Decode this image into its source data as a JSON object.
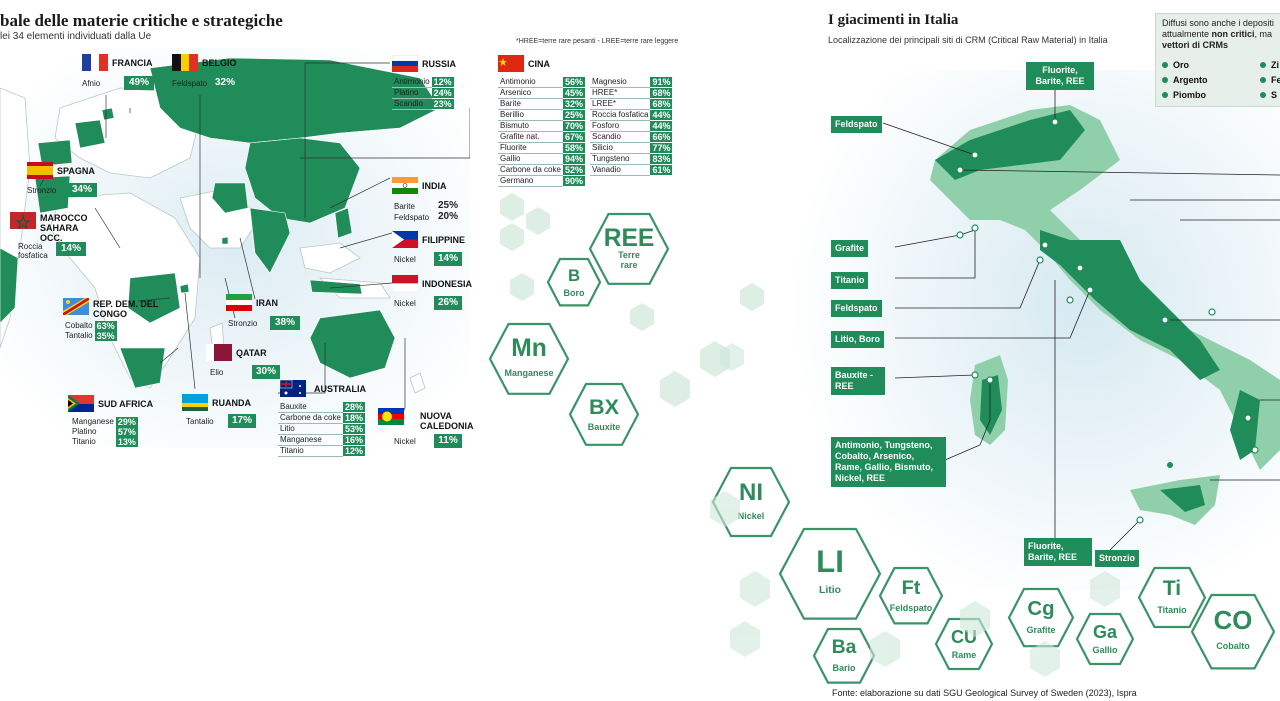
{
  "left": {
    "title": "bale delle materie critiche e strategiche",
    "subtitle": "lei 34 elementi  individuati dalla Ue",
    "note": "*HREE=terre rare pesanti - LREE=terre rare leggere"
  },
  "countries": {
    "francia": {
      "name": "FRANCIA",
      "item": "Afnio",
      "pct": "49%"
    },
    "belgio": {
      "name": "BELGIO",
      "item": "Feldspato",
      "pct": "32%"
    },
    "spagna": {
      "name": "SPAGNA",
      "item": "Stronzio",
      "pct": "34%"
    },
    "marocco": {
      "name": "MAROCCO SAHARA OCC.",
      "item": "Roccia fosfatica",
      "pct": "14%"
    },
    "congo": {
      "name": "REP. DEM. DEL CONGO",
      "rows": [
        {
          "m": "Cobalto",
          "p": "63%"
        },
        {
          "m": "Tantalio",
          "p": "35%"
        }
      ]
    },
    "sudafrica": {
      "name": "SUD AFRICA",
      "rows": [
        {
          "m": "Manganese",
          "p": "29%"
        },
        {
          "m": "Platino",
          "p": "57%"
        },
        {
          "m": "Titanio",
          "p": "13%"
        }
      ]
    },
    "ruanda": {
      "name": "RUANDA",
      "item": "Tantalio",
      "pct": "17%"
    },
    "qatar": {
      "name": "QATAR",
      "item": "Elio",
      "pct": "30%"
    },
    "iran": {
      "name": "IRAN",
      "item": "Stronzio",
      "pct": "38%"
    },
    "russia": {
      "name": "RUSSIA",
      "rows": [
        {
          "m": "Antimonio",
          "p": "12%"
        },
        {
          "m": "Platino",
          "p": "24%"
        },
        {
          "m": "Scandio",
          "p": "23%"
        }
      ]
    },
    "india": {
      "name": "INDIA",
      "rows": [
        {
          "m": "Barite",
          "p": "25%"
        },
        {
          "m": "Feldspato",
          "p": "20%"
        }
      ]
    },
    "filippine": {
      "name": "FILIPPINE",
      "item": "Nickel",
      "pct": "14%"
    },
    "indonesia": {
      "name": "INDONESIA",
      "item": "Nickel",
      "pct": "26%"
    },
    "australia": {
      "name": "AUSTRALIA",
      "rows": [
        {
          "m": "Bauxite",
          "p": "28%"
        },
        {
          "m": "Carbone da coke",
          "p": "18%"
        },
        {
          "m": "Litio",
          "p": "53%"
        },
        {
          "m": "Manganese",
          "p": "16%"
        },
        {
          "m": "Titanio",
          "p": "12%"
        }
      ]
    },
    "caledonia": {
      "name": "NUOVA CALEDONIA",
      "item": "Nickel",
      "pct": "11%"
    },
    "cina": {
      "name": "CINA",
      "col1": [
        {
          "m": "Antimonio",
          "p": "56%"
        },
        {
          "m": "Arsenico",
          "p": "45%"
        },
        {
          "m": "Barite",
          "p": "32%"
        },
        {
          "m": "Berillio",
          "p": "25%"
        },
        {
          "m": "Bismuto",
          "p": "70%"
        },
        {
          "m": "Grafite nat.",
          "p": "67%"
        },
        {
          "m": "Fluorite",
          "p": "58%"
        },
        {
          "m": "Gallio",
          "p": "94%"
        },
        {
          "m": "Carbone da coke",
          "p": "52%"
        },
        {
          "m": "Germano",
          "p": "90%"
        }
      ],
      "col2": [
        {
          "m": "Magnesio",
          "p": "91%"
        },
        {
          "m": "HREE*",
          "p": "68%"
        },
        {
          "m": "LREE*",
          "p": "68%"
        },
        {
          "m": "Roccia fosfatica",
          "p": "44%"
        },
        {
          "m": "Fosforo",
          "p": "44%"
        },
        {
          "m": "Scandio",
          "p": "66%"
        },
        {
          "m": "Silicio",
          "p": "77%"
        },
        {
          "m": "Tungsteno",
          "p": "83%"
        },
        {
          "m": "Vanadio",
          "p": "61%"
        }
      ]
    }
  },
  "hexes_left": [
    {
      "sym": "REE",
      "name": "Terre rare"
    },
    {
      "sym": "B",
      "name": "Boro"
    },
    {
      "sym": "Mn",
      "name": "Manganese"
    },
    {
      "sym": "BX",
      "name": "Bauxite"
    }
  ],
  "right": {
    "title": "I giacimenti in Italia",
    "subtitle": "Localizzazione dei principali siti di CRM (Critical Raw Material) in Italia",
    "source": "Fonte:  elaborazione su dati SGU Geological Survey of Sweden (2023), Ispra",
    "legend_text1": "Diffusi sono anche i depositi",
    "legend_text2": "attualmente ",
    "legend_bold": "non critici",
    "legend_text3": ", ma",
    "legend_text4": "vettori di CRMs",
    "legend_items": [
      "Oro",
      "Argento",
      "Piombo",
      "Zi",
      "Fe",
      "S"
    ]
  },
  "italy_labels": [
    "Fluorite, Barite, REE",
    "Feldspato",
    "Grafite",
    "Titanio",
    "Feldspato",
    "Litio, Boro",
    "Bauxite - REE",
    "Antimonio, Tungsteno, Cobalto, Arsenico, Rame, Gallio, Bismuto, Nickel, REE",
    "Fluorite, Barite, REE",
    "Stronzio"
  ],
  "hexes_right": [
    {
      "sym": "NI",
      "name": "Nickel"
    },
    {
      "sym": "LI",
      "name": "Litio"
    },
    {
      "sym": "Ft",
      "name": "Feldspato"
    },
    {
      "sym": "Ba",
      "name": "Bario"
    },
    {
      "sym": "CU",
      "name": "Rame"
    },
    {
      "sym": "Cg",
      "name": "Grafite"
    },
    {
      "sym": "Ga",
      "name": "Gallio"
    },
    {
      "sym": "Ti",
      "name": "Titanio"
    },
    {
      "sym": "CO",
      "name": "Cobalto"
    }
  ],
  "colors": {
    "accent": "#1f8c5a",
    "land": "#1f8c5a",
    "light": "#8fd0aa"
  }
}
